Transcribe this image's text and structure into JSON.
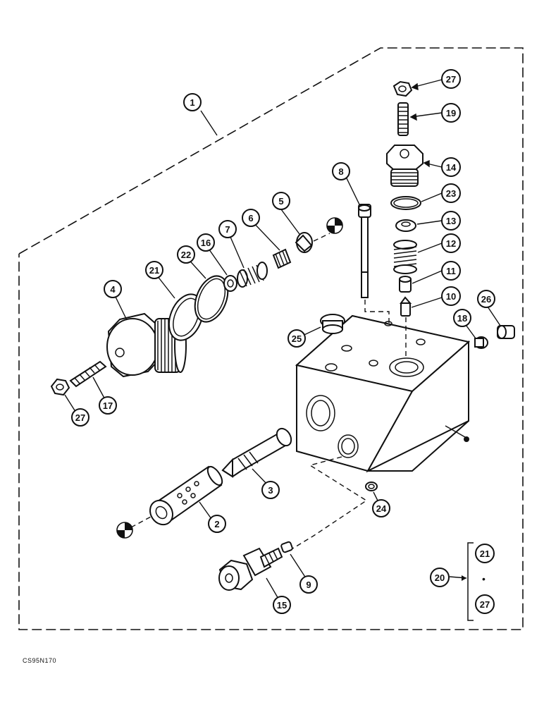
{
  "figure_code": "CS95N170",
  "callouts": [
    {
      "id": "c1",
      "label": "1"
    },
    {
      "id": "c2",
      "label": "2"
    },
    {
      "id": "c3",
      "label": "3"
    },
    {
      "id": "c4",
      "label": "4"
    },
    {
      "id": "c5",
      "label": "5"
    },
    {
      "id": "c6",
      "label": "6"
    },
    {
      "id": "c7",
      "label": "7"
    },
    {
      "id": "c8",
      "label": "8"
    },
    {
      "id": "c9",
      "label": "9"
    },
    {
      "id": "c10",
      "label": "10"
    },
    {
      "id": "c11",
      "label": "11"
    },
    {
      "id": "c12",
      "label": "12"
    },
    {
      "id": "c13",
      "label": "13"
    },
    {
      "id": "c14",
      "label": "14"
    },
    {
      "id": "c15",
      "label": "15"
    },
    {
      "id": "c16",
      "label": "16"
    },
    {
      "id": "c17",
      "label": "17"
    },
    {
      "id": "c18",
      "label": "18"
    },
    {
      "id": "c19",
      "label": "19"
    },
    {
      "id": "c20",
      "label": "20"
    },
    {
      "id": "c21a",
      "label": "21"
    },
    {
      "id": "c22",
      "label": "22"
    },
    {
      "id": "c23",
      "label": "23"
    },
    {
      "id": "c24",
      "label": "24"
    },
    {
      "id": "c25",
      "label": "25"
    },
    {
      "id": "c26",
      "label": "26"
    },
    {
      "id": "c27a",
      "label": "27"
    },
    {
      "id": "c27b",
      "label": "27"
    },
    {
      "id": "c21b",
      "label": "21"
    },
    {
      "id": "c27c",
      "label": "27"
    }
  ],
  "kit_range_symbol": "•"
}
